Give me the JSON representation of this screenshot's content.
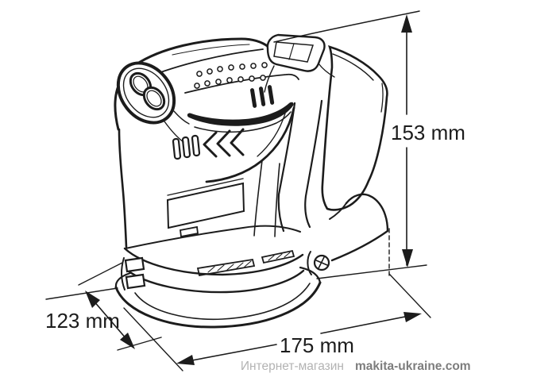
{
  "page": {
    "background": "#ffffff",
    "line_color": "#1c1c1c"
  },
  "diagram": {
    "subject": "cordless random orbit sander line drawing",
    "dimensions": {
      "height": {
        "label": "153 mm"
      },
      "pad_diameter": {
        "label": "123 mm"
      },
      "length": {
        "label": "175 mm"
      }
    }
  },
  "footer": {
    "store_label": "Интернет-магазин",
    "site_label": "makita-ukraine.com",
    "store_color": "#b3b3b3",
    "site_color": "#7d7d7d"
  }
}
